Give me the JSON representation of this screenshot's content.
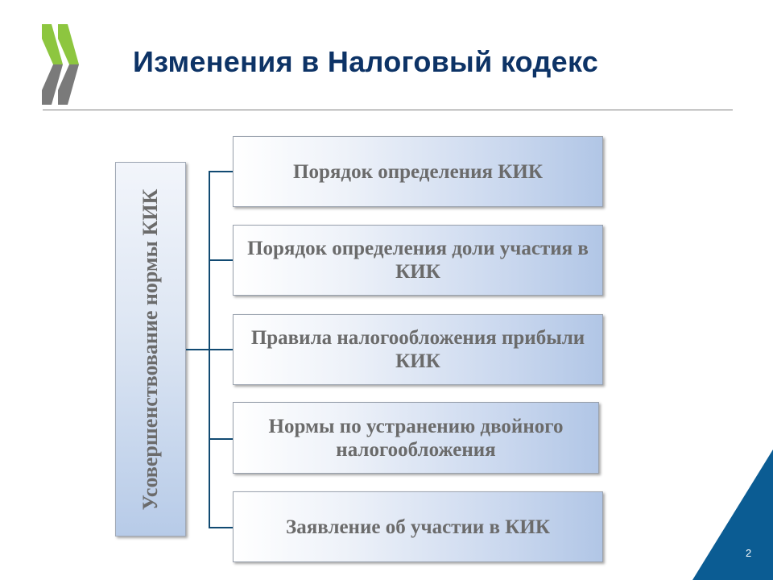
{
  "header": {
    "title": "Изменения в Налоговый кодекс",
    "logo": "oecd-chevrons-logo"
  },
  "diagram": {
    "root": {
      "label": "Усовершенствование нормы КИК"
    },
    "children": [
      {
        "label": "Порядок определения КИК"
      },
      {
        "label": "Порядок определения доли участия в КИК"
      },
      {
        "label": "Правила налогообложения прибыли КИК"
      },
      {
        "label": "Нормы по устранению двойного налогообложения"
      },
      {
        "label": "Заявление об участии в КИК"
      }
    ]
  },
  "footer": {
    "page_number": "2"
  },
  "colors": {
    "title": "#0d3366",
    "connector": "#114a72",
    "logo_green": "#8dc63f",
    "logo_gray": "#7a7a7a",
    "corner_triangle": "#0b5c93",
    "box_text": "#6b6b6b"
  }
}
